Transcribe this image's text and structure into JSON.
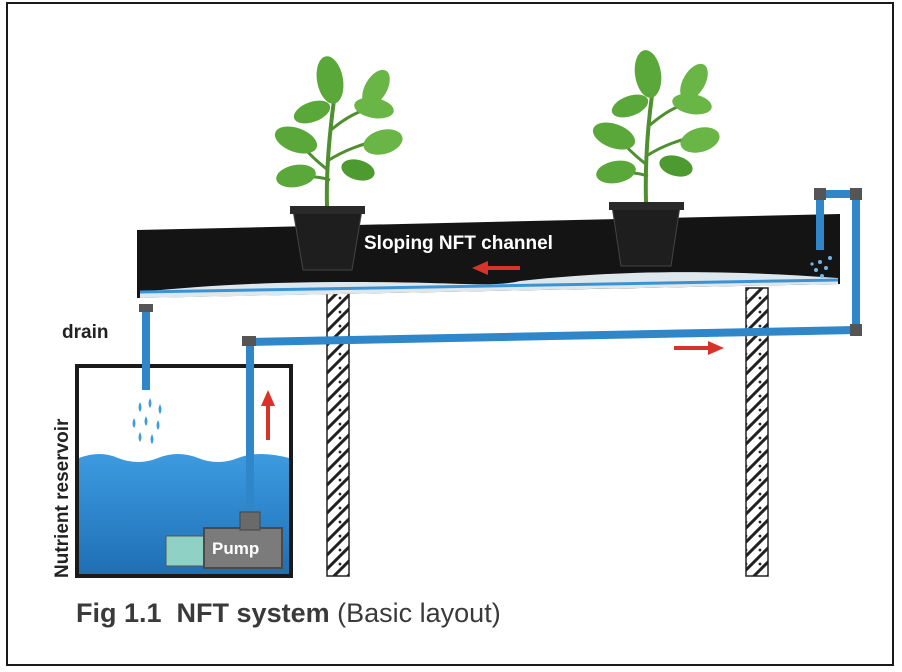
{
  "labels": {
    "channel": "Sloping NFT channel",
    "drain": "drain",
    "reservoir": "Nutrient reservoir",
    "pump": "Pump"
  },
  "caption": {
    "fig": "Fig 1.1",
    "title": "NFT system",
    "subtitle": "(Basic layout)"
  },
  "colors": {
    "water": "#1f7fc4",
    "pipe": "#2f86c8",
    "channel": "#141414",
    "arrow": "#d8332a",
    "leaf": "#5ba83a",
    "pot": "#1e1e1e"
  }
}
